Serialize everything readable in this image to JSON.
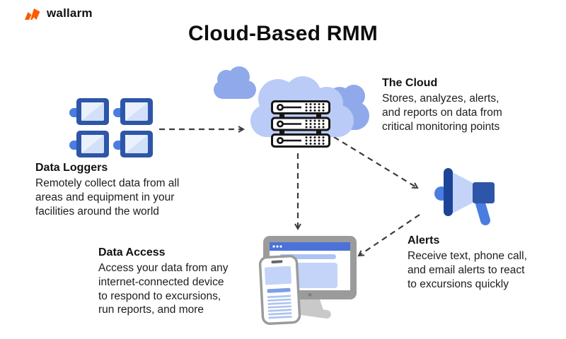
{
  "logo": {
    "text": "wallarm"
  },
  "title": "Cloud-Based RMM",
  "sections": {
    "data_loggers": {
      "title": "Data Loggers",
      "description": "Remotely collect data from all\nareas and equipment in your\nfacilities around the world"
    },
    "cloud": {
      "title": "The Cloud",
      "description": "Stores, analyzes, alerts,\nand reports on data from\ncritical monitoring points"
    },
    "data_access": {
      "title": "Data Access",
      "description": "Access your data from any\ninternet-connected device\nto respond to excursions,\nrun reports, and more"
    },
    "alerts": {
      "title": "Alerts",
      "description": "Receive text, phone call,\nand email alerts to react\nto excursions quickly"
    }
  },
  "icons": {
    "logo": "wallarm-zigzag-icon",
    "data_loggers": "data-logger-monitor-icon",
    "cloud": "cloud-server-rack-icon",
    "alerts": "megaphone-icon",
    "data_access": "desktop-and-phone-icon"
  },
  "colors": {
    "orange": "#ff5a00",
    "ink": "#161616",
    "text": "#1d1d1d",
    "arrow": "#3c3c3c",
    "dark_blue": "#2e56a8",
    "navy": "#1d4496",
    "mid_blue": "#4a7de0",
    "accent_blue": "#7d9fe8",
    "browser_blue": "#4b72d8",
    "pale_blue": "#c3d4f8",
    "paler_blue": "#d2e0f9",
    "highlight_blue": "#eaf1fd",
    "address_blue": "#aec3f1",
    "cloud_mid": "#8fa9ea",
    "cloud_light": "#b9cbf6",
    "frame_gray": "#9b9b9b",
    "stand_gray": "#c9c9c9",
    "speaker_gray": "#62666c"
  }
}
